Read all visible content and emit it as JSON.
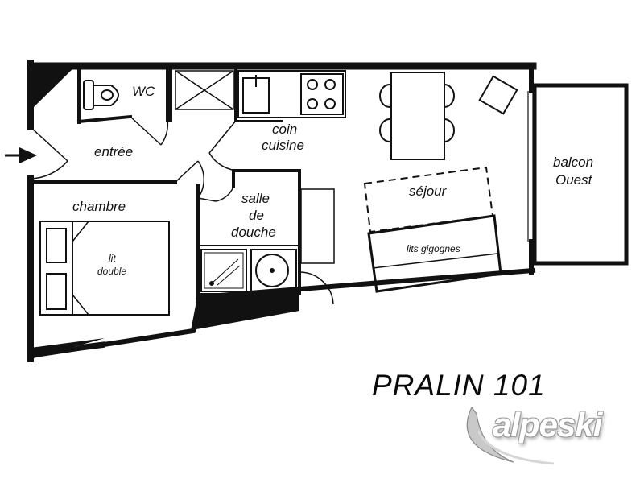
{
  "rooms": {
    "wc": "WC",
    "entree": "entrée",
    "chambre": "chambre",
    "coin_cuisine": [
      "coin",
      "cuisine"
    ],
    "salle_de_douche": [
      "salle",
      "de",
      "douche"
    ],
    "sejour": "séjour",
    "balcon": [
      "balcon",
      "Ouest"
    ]
  },
  "furniture": {
    "lit_double": [
      "lit",
      "double"
    ],
    "lits_gigognes": "lits gigognes"
  },
  "title": "PRALIN 101",
  "brand": "alpeski",
  "colors": {
    "wall": "#111111",
    "background": "#ffffff",
    "title": "#0a0a0a"
  }
}
